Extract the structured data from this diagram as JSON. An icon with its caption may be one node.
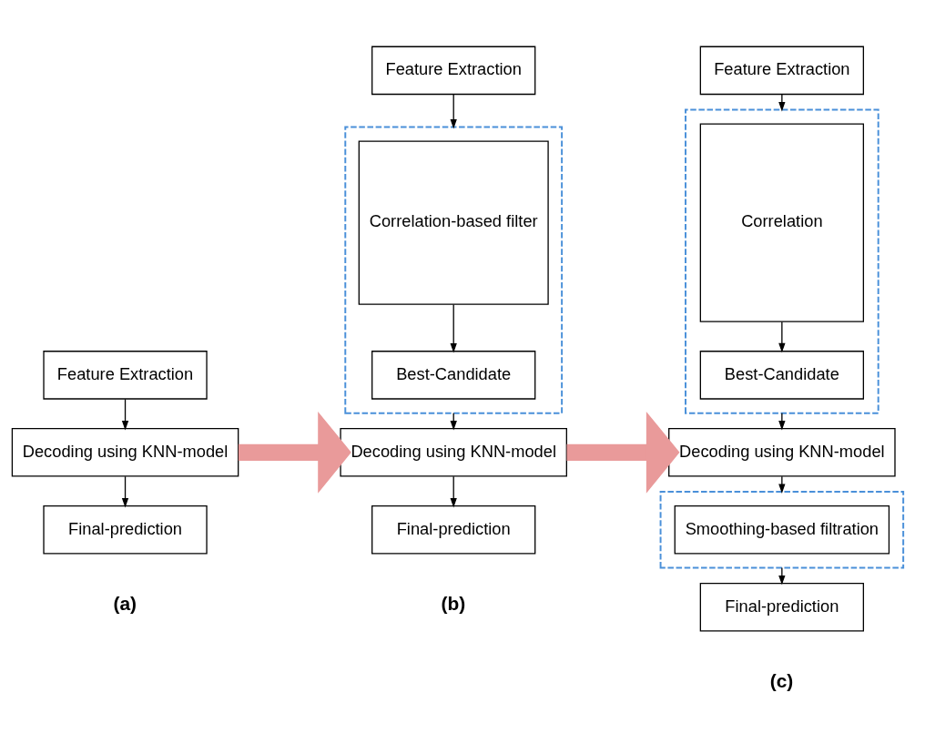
{
  "diagram": {
    "nodes": [
      {
        "text": [
          "Feature Extraction"
        ]
      },
      {
        "text": [
          "Decoding using KNN-model"
        ]
      },
      {
        "text": [
          "Final-prediction"
        ]
      },
      {
        "text": [
          "Feature Extraction"
        ]
      },
      {
        "text": [],
        "shape": "box"
      },
      {
        "text": [
          "Correlation-based filter"
        ],
        "in": 4
      },
      {
        "text": [
          "Best-Candidate"
        ],
        "in": 4
      },
      {
        "text": [
          "Decoding using KNN-model"
        ]
      },
      {
        "text": [
          "Final-prediction"
        ]
      },
      {
        "text": [
          "Feature Extraction"
        ]
      },
      {
        "text": [],
        "shape": "box"
      },
      {
        "text": [
          "Correlation"
        ],
        "in": 10
      },
      {
        "text": [
          "Best-Candidate"
        ],
        "in": 10
      },
      {
        "text": [
          "Decoding using KNN-model"
        ]
      },
      {
        "text": [],
        "shape": "box"
      },
      {
        "text": [
          "Smoothing-based filtration"
        ],
        "in": 14
      },
      {
        "text": [
          "Final-prediction"
        ]
      }
    ],
    "edges": [
      {
        "from": 0,
        "to": 1,
        "arrow": "to"
      },
      {
        "from": 1,
        "to": 2,
        "arrow": "to"
      },
      {
        "from": 3,
        "to": 4,
        "arrow": "to"
      },
      {
        "from": 5,
        "to": 6,
        "arrow": "to"
      },
      {
        "from": 4,
        "to": 7,
        "arrow": "to"
      },
      {
        "from": 7,
        "to": 8,
        "arrow": "to"
      },
      {
        "from": 9,
        "to": 10,
        "arrow": "to"
      },
      {
        "from": 11,
        "to": 12,
        "arrow": "to"
      },
      {
        "from": 10,
        "to": 13,
        "arrow": "to"
      },
      {
        "from": 13,
        "to": 14,
        "arrow": "to"
      },
      {
        "from": 14,
        "to": 16,
        "arrow": "to"
      },
      {
        "from": 1,
        "to": 7,
        "arrow": "to",
        "style": "thick",
        "color": "#e99a9a"
      },
      {
        "from": 7,
        "to": 13,
        "arrow": "to",
        "style": "thick",
        "color": "#e99a9a"
      }
    ],
    "labels": [
      "(a)",
      "(b)",
      "(c)"
    ]
  }
}
